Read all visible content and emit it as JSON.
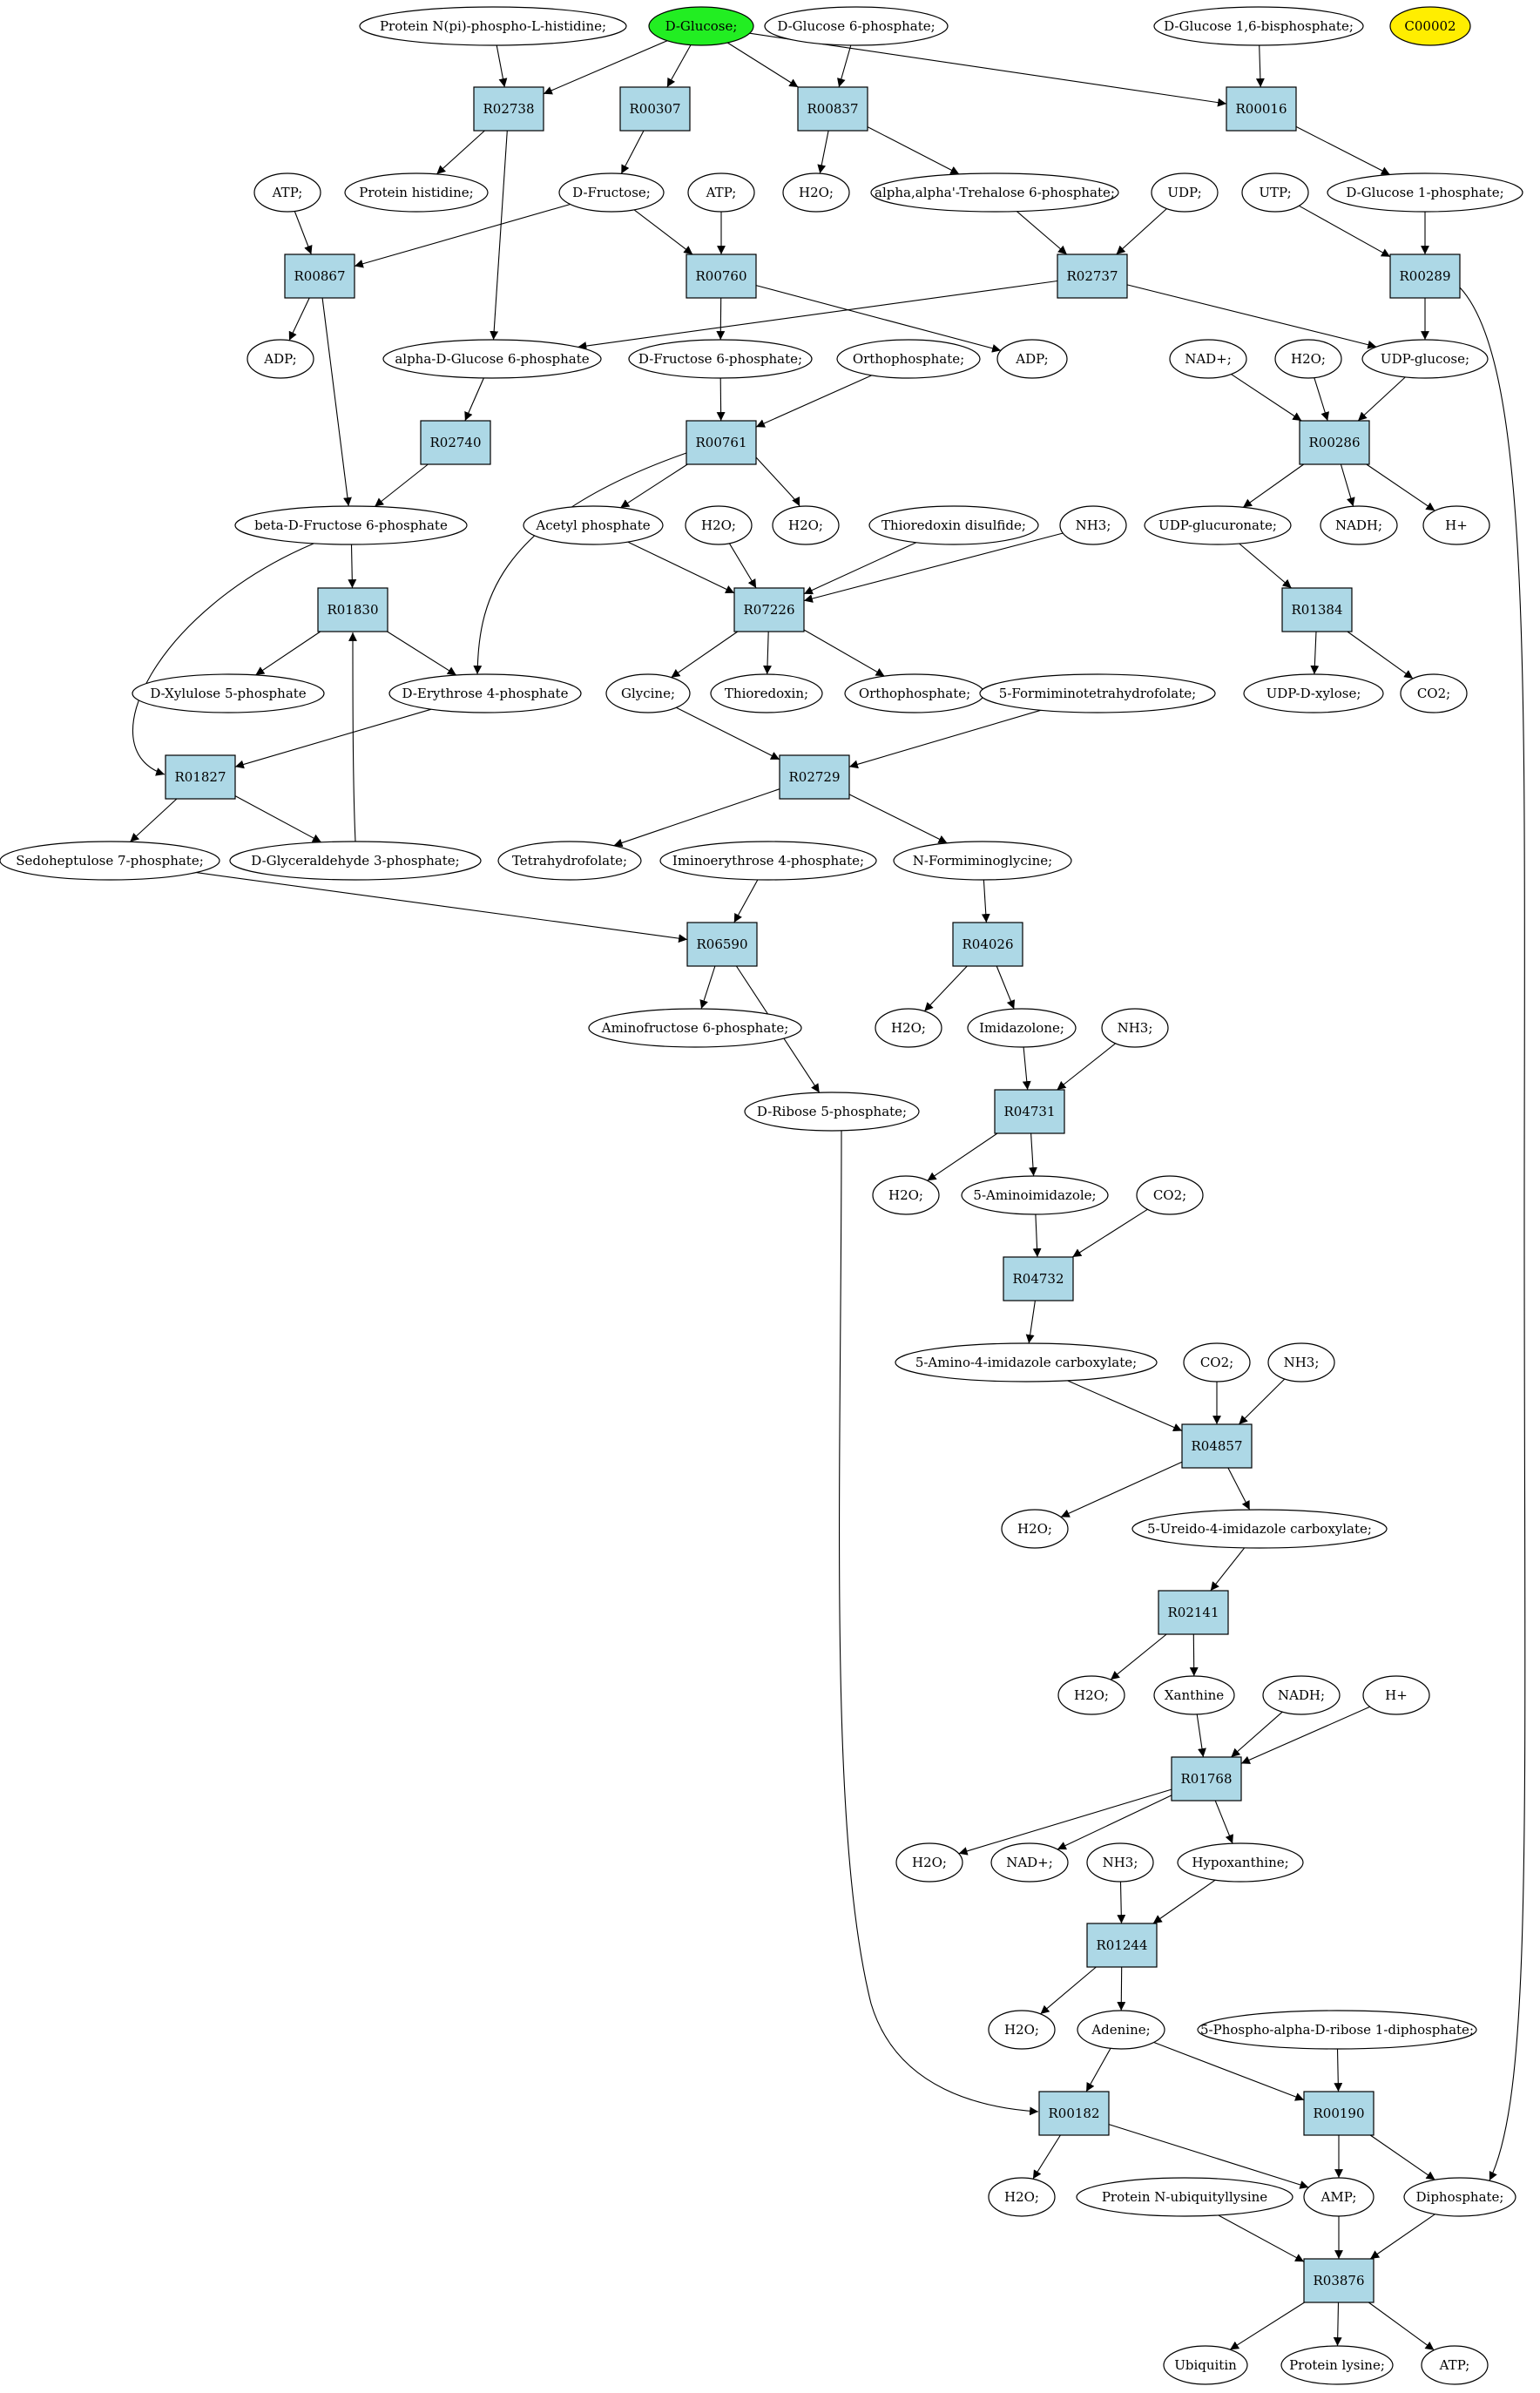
{
  "diagram": {
    "type": "metabolic-pathway-graph",
    "colors": {
      "reaction_fill": "#add8e6",
      "start_fill": "#22ee22",
      "highlight_fill": "#ffee00",
      "compound_fill": "#ffffff",
      "stroke": "#000000"
    },
    "nodes": [
      {
        "id": "c_pnphis",
        "kind": "compound",
        "label": "Protein N(pi)-phospho-L-histidine;"
      },
      {
        "id": "c_glc",
        "kind": "compound",
        "label": "D-Glucose;",
        "style": "start"
      },
      {
        "id": "c_g6p_a",
        "kind": "compound",
        "label": "D-Glucose 6-phosphate;"
      },
      {
        "id": "c_g16bp",
        "kind": "compound",
        "label": "D-Glucose 1,6-bisphosphate;"
      },
      {
        "id": "c_c00002",
        "kind": "compound",
        "label": "C00002",
        "style": "highlight"
      },
      {
        "id": "r_R02738",
        "kind": "reaction",
        "label": "R02738"
      },
      {
        "id": "r_R00307",
        "kind": "reaction",
        "label": "R00307"
      },
      {
        "id": "r_R00837",
        "kind": "reaction",
        "label": "R00837"
      },
      {
        "id": "r_R00016",
        "kind": "reaction",
        "label": "R00016"
      },
      {
        "id": "c_atp1",
        "kind": "compound",
        "label": "ATP;"
      },
      {
        "id": "c_phis",
        "kind": "compound",
        "label": "Protein histidine;"
      },
      {
        "id": "c_fru",
        "kind": "compound",
        "label": "D-Fructose;"
      },
      {
        "id": "c_atp2",
        "kind": "compound",
        "label": "ATP;"
      },
      {
        "id": "c_h2o_1",
        "kind": "compound",
        "label": "H2O;"
      },
      {
        "id": "c_treh",
        "kind": "compound",
        "label": "alpha,alpha'-Trehalose 6-phosphate;"
      },
      {
        "id": "c_udp",
        "kind": "compound",
        "label": "UDP;"
      },
      {
        "id": "c_utp",
        "kind": "compound",
        "label": "UTP;"
      },
      {
        "id": "c_g1p",
        "kind": "compound",
        "label": "D-Glucose 1-phosphate;"
      },
      {
        "id": "r_R00867",
        "kind": "reaction",
        "label": "R00867"
      },
      {
        "id": "r_R00760",
        "kind": "reaction",
        "label": "R00760"
      },
      {
        "id": "r_R02737",
        "kind": "reaction",
        "label": "R02737"
      },
      {
        "id": "r_R00289",
        "kind": "reaction",
        "label": "R00289"
      },
      {
        "id": "c_adp1",
        "kind": "compound",
        "label": "ADP;"
      },
      {
        "id": "c_ag6p",
        "kind": "compound",
        "label": "alpha-D-Glucose 6-phosphate"
      },
      {
        "id": "c_f6p",
        "kind": "compound",
        "label": "D-Fructose 6-phosphate;"
      },
      {
        "id": "c_pi_1",
        "kind": "compound",
        "label": "Orthophosphate;"
      },
      {
        "id": "c_adp2",
        "kind": "compound",
        "label": "ADP;"
      },
      {
        "id": "c_nad_1",
        "kind": "compound",
        "label": "NAD+;"
      },
      {
        "id": "c_h2o_2",
        "kind": "compound",
        "label": "H2O;"
      },
      {
        "id": "c_udpg",
        "kind": "compound",
        "label": "UDP-glucose;"
      },
      {
        "id": "r_R02740",
        "kind": "reaction",
        "label": "R02740"
      },
      {
        "id": "r_R00761",
        "kind": "reaction",
        "label": "R00761"
      },
      {
        "id": "r_R00286",
        "kind": "reaction",
        "label": "R00286"
      },
      {
        "id": "c_bf6p",
        "kind": "compound",
        "label": "beta-D-Fructose 6-phosphate"
      },
      {
        "id": "c_acp",
        "kind": "compound",
        "label": "Acetyl phosphate"
      },
      {
        "id": "c_h2o_3",
        "kind": "compound",
        "label": "H2O;"
      },
      {
        "id": "c_h2o_4",
        "kind": "compound",
        "label": "H2O;"
      },
      {
        "id": "c_trxds",
        "kind": "compound",
        "label": "Thioredoxin disulfide;"
      },
      {
        "id": "c_nh3_1",
        "kind": "compound",
        "label": "NH3;"
      },
      {
        "id": "c_udpgluc",
        "kind": "compound",
        "label": "UDP-glucuronate;"
      },
      {
        "id": "c_nadh_1",
        "kind": "compound",
        "label": "NADH;"
      },
      {
        "id": "c_hplus_1",
        "kind": "compound",
        "label": "H+"
      },
      {
        "id": "r_R01830",
        "kind": "reaction",
        "label": "R01830"
      },
      {
        "id": "r_R07226",
        "kind": "reaction",
        "label": "R07226"
      },
      {
        "id": "r_R01384",
        "kind": "reaction",
        "label": "R01384"
      },
      {
        "id": "c_xu5p",
        "kind": "compound",
        "label": "D-Xylulose 5-phosphate"
      },
      {
        "id": "c_e4p",
        "kind": "compound",
        "label": "D-Erythrose 4-phosphate"
      },
      {
        "id": "c_gly",
        "kind": "compound",
        "label": "Glycine;"
      },
      {
        "id": "c_trx",
        "kind": "compound",
        "label": "Thioredoxin;"
      },
      {
        "id": "c_pi_2",
        "kind": "compound",
        "label": "Orthophosphate;"
      },
      {
        "id": "c_fthf",
        "kind": "compound",
        "label": "5-Formiminotetrahydrofolate;"
      },
      {
        "id": "c_udpx",
        "kind": "compound",
        "label": "UDP-D-xylose;"
      },
      {
        "id": "c_co2_1",
        "kind": "compound",
        "label": "CO2;"
      },
      {
        "id": "r_R01827",
        "kind": "reaction",
        "label": "R01827"
      },
      {
        "id": "r_R02729",
        "kind": "reaction",
        "label": "R02729"
      },
      {
        "id": "c_s7p",
        "kind": "compound",
        "label": "Sedoheptulose 7-phosphate;"
      },
      {
        "id": "c_gap",
        "kind": "compound",
        "label": "D-Glyceraldehyde 3-phosphate;"
      },
      {
        "id": "c_thf",
        "kind": "compound",
        "label": "Tetrahydrofolate;"
      },
      {
        "id": "c_ie4p",
        "kind": "compound",
        "label": "Iminoerythrose 4-phosphate;"
      },
      {
        "id": "c_nfg",
        "kind": "compound",
        "label": "N-Formiminoglycine;"
      },
      {
        "id": "r_R06590",
        "kind": "reaction",
        "label": "R06590"
      },
      {
        "id": "r_R04026",
        "kind": "reaction",
        "label": "R04026"
      },
      {
        "id": "c_af6p",
        "kind": "compound",
        "label": "Aminofructose 6-phosphate;"
      },
      {
        "id": "c_h2o_5",
        "kind": "compound",
        "label": "H2O;"
      },
      {
        "id": "c_imid",
        "kind": "compound",
        "label": "Imidazolone;"
      },
      {
        "id": "c_nh3_2",
        "kind": "compound",
        "label": "NH3;"
      },
      {
        "id": "c_r5p",
        "kind": "compound",
        "label": "D-Ribose 5-phosphate;"
      },
      {
        "id": "r_R04731",
        "kind": "reaction",
        "label": "R04731"
      },
      {
        "id": "c_h2o_6",
        "kind": "compound",
        "label": "H2O;"
      },
      {
        "id": "c_5ai",
        "kind": "compound",
        "label": "5-Aminoimidazole;"
      },
      {
        "id": "c_co2_2",
        "kind": "compound",
        "label": "CO2;"
      },
      {
        "id": "r_R04732",
        "kind": "reaction",
        "label": "R04732"
      },
      {
        "id": "c_5a4ic",
        "kind": "compound",
        "label": "5-Amino-4-imidazole carboxylate;"
      },
      {
        "id": "c_co2_3",
        "kind": "compound",
        "label": "CO2;"
      },
      {
        "id": "c_nh3_3",
        "kind": "compound",
        "label": "NH3;"
      },
      {
        "id": "r_R04857",
        "kind": "reaction",
        "label": "R04857"
      },
      {
        "id": "c_h2o_7",
        "kind": "compound",
        "label": "H2O;"
      },
      {
        "id": "c_5u4ic",
        "kind": "compound",
        "label": "5-Ureido-4-imidazole carboxylate;"
      },
      {
        "id": "r_R02141",
        "kind": "reaction",
        "label": "R02141"
      },
      {
        "id": "c_h2o_8",
        "kind": "compound",
        "label": "H2O;"
      },
      {
        "id": "c_xan",
        "kind": "compound",
        "label": "Xanthine"
      },
      {
        "id": "c_nadh_2",
        "kind": "compound",
        "label": "NADH;"
      },
      {
        "id": "c_hplus_2",
        "kind": "compound",
        "label": "H+"
      },
      {
        "id": "r_R01768",
        "kind": "reaction",
        "label": "R01768"
      },
      {
        "id": "c_h2o_9",
        "kind": "compound",
        "label": "H2O;"
      },
      {
        "id": "c_nad_2",
        "kind": "compound",
        "label": "NAD+;"
      },
      {
        "id": "c_nh3_4",
        "kind": "compound",
        "label": "NH3;"
      },
      {
        "id": "c_hypox",
        "kind": "compound",
        "label": "Hypoxanthine;"
      },
      {
        "id": "r_R01244",
        "kind": "reaction",
        "label": "R01244"
      },
      {
        "id": "c_h2o_10",
        "kind": "compound",
        "label": "H2O;"
      },
      {
        "id": "c_ade",
        "kind": "compound",
        "label": "Adenine;"
      },
      {
        "id": "c_prpp",
        "kind": "compound",
        "label": "5-Phospho-alpha-D-ribose 1-diphosphate;"
      },
      {
        "id": "r_R00182",
        "kind": "reaction",
        "label": "R00182"
      },
      {
        "id": "r_R00190",
        "kind": "reaction",
        "label": "R00190"
      },
      {
        "id": "c_h2o_11",
        "kind": "compound",
        "label": "H2O;"
      },
      {
        "id": "c_pnubl",
        "kind": "compound",
        "label": "Protein N-ubiquityllysine"
      },
      {
        "id": "c_amp",
        "kind": "compound",
        "label": "AMP;"
      },
      {
        "id": "c_ppi",
        "kind": "compound",
        "label": "Diphosphate;"
      },
      {
        "id": "r_R03876",
        "kind": "reaction",
        "label": "R03876"
      },
      {
        "id": "c_ubq",
        "kind": "compound",
        "label": "Ubiquitin"
      },
      {
        "id": "c_plys",
        "kind": "compound",
        "label": "Protein lysine;"
      },
      {
        "id": "c_atp3",
        "kind": "compound",
        "label": "ATP;"
      }
    ],
    "edges": [
      [
        "c_pnphis",
        "r_R02738"
      ],
      [
        "c_glc",
        "r_R02738"
      ],
      [
        "c_glc",
        "r_R00307"
      ],
      [
        "c_glc",
        "r_R00837"
      ],
      [
        "c_glc",
        "r_R00016"
      ],
      [
        "c_g6p_a",
        "r_R00837"
      ],
      [
        "c_g16bp",
        "r_R00016"
      ],
      [
        "r_R02738",
        "c_phis"
      ],
      [
        "r_R02738",
        "c_ag6p"
      ],
      [
        "r_R00307",
        "c_fru"
      ],
      [
        "r_R00837",
        "c_h2o_1"
      ],
      [
        "r_R00837",
        "c_treh"
      ],
      [
        "r_R00016",
        "c_g1p"
      ],
      [
        "c_atp1",
        "r_R00867"
      ],
      [
        "c_fru",
        "r_R00867"
      ],
      [
        "c_fru",
        "r_R00760"
      ],
      [
        "c_atp2",
        "r_R00760"
      ],
      [
        "c_treh",
        "r_R02737"
      ],
      [
        "c_udp",
        "r_R02737"
      ],
      [
        "c_utp",
        "r_R00289"
      ],
      [
        "c_g1p",
        "r_R00289"
      ],
      [
        "r_R00867",
        "c_adp1"
      ],
      [
        "r_R00867",
        "c_bf6p"
      ],
      [
        "r_R00760",
        "c_f6p"
      ],
      [
        "r_R00760",
        "c_adp2"
      ],
      [
        "r_R02737",
        "c_ag6p"
      ],
      [
        "r_R02737",
        "c_udpg"
      ],
      [
        "r_R00289",
        "c_udpg"
      ],
      [
        "r_R00289",
        "c_ppi"
      ],
      [
        "c_ag6p",
        "r_R02740"
      ],
      [
        "c_f6p",
        "r_R00761"
      ],
      [
        "c_pi_1",
        "r_R00761"
      ],
      [
        "c_nad_1",
        "r_R00286"
      ],
      [
        "c_h2o_2",
        "r_R00286"
      ],
      [
        "c_udpg",
        "r_R00286"
      ],
      [
        "r_R02740",
        "c_bf6p"
      ],
      [
        "r_R00761",
        "c_acp"
      ],
      [
        "r_R00761",
        "c_h2o_4"
      ],
      [
        "r_R00761",
        "c_e4p"
      ],
      [
        "r_R00286",
        "c_udpgluc"
      ],
      [
        "r_R00286",
        "c_nadh_1"
      ],
      [
        "r_R00286",
        "c_hplus_1"
      ],
      [
        "c_bf6p",
        "r_R01830"
      ],
      [
        "c_bf6p",
        "r_R01827"
      ],
      [
        "c_acp",
        "r_R07226"
      ],
      [
        "c_h2o_3",
        "r_R07226"
      ],
      [
        "c_trxds",
        "r_R07226"
      ],
      [
        "c_nh3_1",
        "r_R07226"
      ],
      [
        "c_udpgluc",
        "r_R01384"
      ],
      [
        "r_R01830",
        "c_xu5p"
      ],
      [
        "r_R01830",
        "c_e4p"
      ],
      [
        "r_R07226",
        "c_gly"
      ],
      [
        "r_R07226",
        "c_trx"
      ],
      [
        "r_R07226",
        "c_pi_2"
      ],
      [
        "r_R01384",
        "c_udpx"
      ],
      [
        "r_R01384",
        "c_co2_1"
      ],
      [
        "c_e4p",
        "r_R01827"
      ],
      [
        "c_gap",
        "r_R01830"
      ],
      [
        "c_gly",
        "r_R02729"
      ],
      [
        "c_fthf",
        "r_R02729"
      ],
      [
        "r_R01827",
        "c_s7p"
      ],
      [
        "r_R01827",
        "c_gap"
      ],
      [
        "r_R02729",
        "c_thf"
      ],
      [
        "r_R02729",
        "c_nfg"
      ],
      [
        "c_s7p",
        "r_R06590"
      ],
      [
        "c_ie4p",
        "r_R06590"
      ],
      [
        "c_nfg",
        "r_R04026"
      ],
      [
        "r_R06590",
        "c_af6p"
      ],
      [
        "r_R06590",
        "c_r5p"
      ],
      [
        "r_R04026",
        "c_h2o_5"
      ],
      [
        "r_R04026",
        "c_imid"
      ],
      [
        "c_imid",
        "r_R04731"
      ],
      [
        "c_nh3_2",
        "r_R04731"
      ],
      [
        "r_R04731",
        "c_h2o_6"
      ],
      [
        "r_R04731",
        "c_5ai"
      ],
      [
        "c_5ai",
        "r_R04732"
      ],
      [
        "c_co2_2",
        "r_R04732"
      ],
      [
        "r_R04732",
        "c_5a4ic"
      ],
      [
        "c_5a4ic",
        "r_R04857"
      ],
      [
        "c_co2_3",
        "r_R04857"
      ],
      [
        "c_nh3_3",
        "r_R04857"
      ],
      [
        "r_R04857",
        "c_h2o_7"
      ],
      [
        "r_R04857",
        "c_5u4ic"
      ],
      [
        "c_5u4ic",
        "r_R02141"
      ],
      [
        "r_R02141",
        "c_h2o_8"
      ],
      [
        "r_R02141",
        "c_xan"
      ],
      [
        "c_xan",
        "r_R01768"
      ],
      [
        "c_nadh_2",
        "r_R01768"
      ],
      [
        "c_hplus_2",
        "r_R01768"
      ],
      [
        "r_R01768",
        "c_h2o_9"
      ],
      [
        "r_R01768",
        "c_nad_2"
      ],
      [
        "r_R01768",
        "c_hypox"
      ],
      [
        "c_nh3_4",
        "r_R01244"
      ],
      [
        "c_hypox",
        "r_R01244"
      ],
      [
        "r_R01244",
        "c_h2o_10"
      ],
      [
        "r_R01244",
        "c_ade"
      ],
      [
        "c_ade",
        "r_R00182"
      ],
      [
        "c_ade",
        "r_R00190"
      ],
      [
        "c_prpp",
        "r_R00190"
      ],
      [
        "c_r5p",
        "r_R00182"
      ],
      [
        "r_R00182",
        "c_h2o_11"
      ],
      [
        "r_R00182",
        "c_amp"
      ],
      [
        "r_R00190",
        "c_amp"
      ],
      [
        "r_R00190",
        "c_ppi"
      ],
      [
        "c_pnubl",
        "r_R03876"
      ],
      [
        "c_amp",
        "r_R03876"
      ],
      [
        "c_ppi",
        "r_R03876"
      ],
      [
        "r_R03876",
        "c_ubq"
      ],
      [
        "r_R03876",
        "c_plys"
      ],
      [
        "r_R03876",
        "c_atp3"
      ]
    ]
  }
}
